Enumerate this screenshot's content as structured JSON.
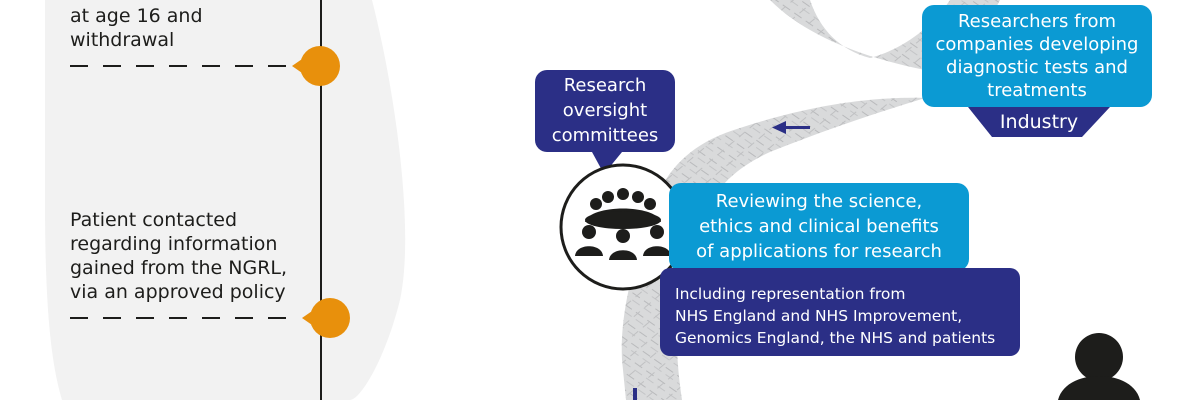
{
  "timeline": {
    "step_top": [
      "at age 16 and",
      "withdrawal"
    ],
    "step_middle": [
      "Patient contacted",
      "regarding information",
      "gained from the NGRL,",
      "via an approved policy"
    ]
  },
  "oversight": {
    "lines": [
      "Research",
      "oversight",
      "committees"
    ]
  },
  "researchers": {
    "lines": [
      "Researchers from",
      "companies developing",
      "diagnostic tests and",
      "treatments"
    ],
    "tag": "Industry"
  },
  "reviewing": {
    "lines": [
      "Reviewing the science,",
      "ethics and clinical benefits",
      "of applications for research"
    ]
  },
  "representation": {
    "lines": [
      "Including representation from",
      "NHS England and NHS Improvement,",
      "Genomics England, the NHS and patients"
    ]
  },
  "icons": {
    "committee": "committee-meeting-icon",
    "person": "person-icon"
  },
  "colors": {
    "navy": "#2b2f86",
    "light_blue": "#0b9ad3",
    "orange": "#e8900c",
    "panel_grey": "#f2f2f2",
    "road_grey": "#d9dadb"
  }
}
